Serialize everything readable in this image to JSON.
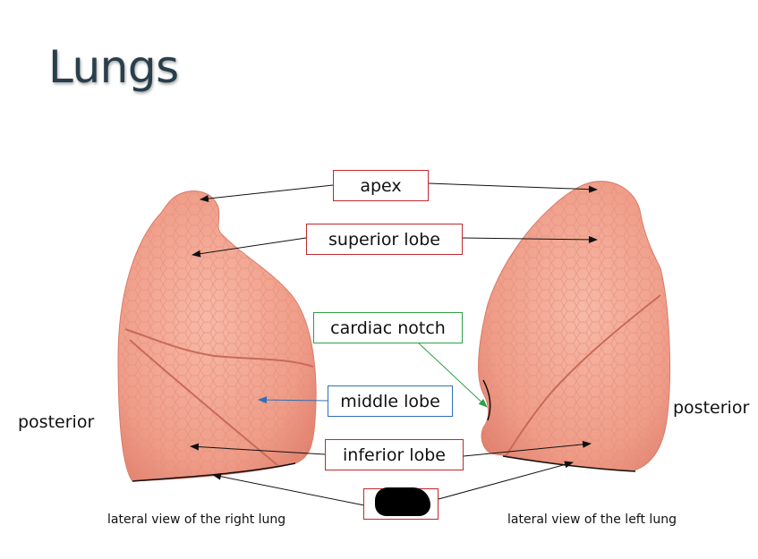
{
  "title": "Lungs",
  "labels": {
    "apex": "apex",
    "superior_lobe": "superior lobe",
    "cardiac_notch": "cardiac notch",
    "middle_lobe": "middle lobe",
    "inferior_lobe": "inferior lobe"
  },
  "side_labels": {
    "left": "posterior",
    "right": "posterior"
  },
  "captions": {
    "right_lung": "lateral view of the right lung",
    "left_lung": "lateral view of the left lung"
  },
  "colors": {
    "box_border": "#c0282e",
    "cardiac_notch_border": "#2e9e48",
    "middle_lobe_border": "#2f6fb5",
    "lung_tissue": "#f2a48f",
    "title": "#2a3f4c"
  }
}
